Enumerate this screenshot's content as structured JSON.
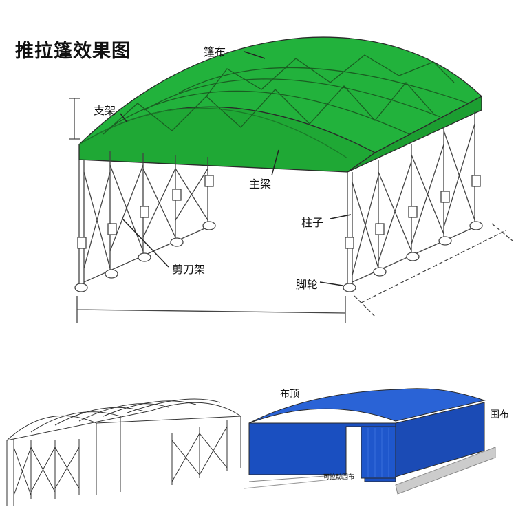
{
  "title": "推拉篷效果图",
  "labels": {
    "canvas": "篷布",
    "bracket": "支架",
    "main_beam": "主梁",
    "column": "柱子",
    "scissor_frame": "剪刀架",
    "caster": "脚轮"
  },
  "blue_labels": {
    "roof": "布顶",
    "side_cloth": "围布",
    "pullable_side_cloth": "可拉动围布"
  },
  "colors": {
    "canvas_green": "#1fb23a",
    "canvas_blue": "#1a4fc0",
    "frame": "#333333"
  }
}
